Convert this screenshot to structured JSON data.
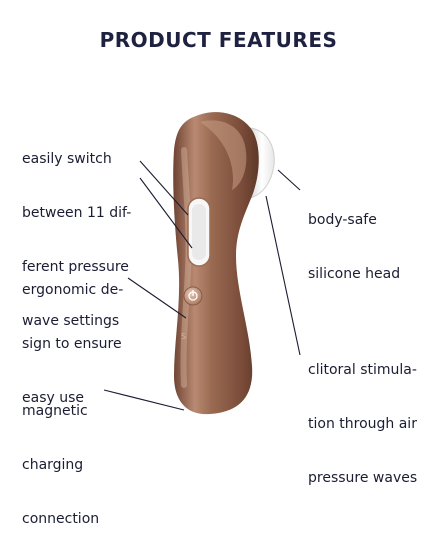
{
  "title": "PRODUCT FEATURES",
  "features": {
    "pressure": [
      "easily switch",
      "between 11 dif-",
      "ferent pressure",
      "wave settings"
    ],
    "ergonomic": [
      "ergonomic de-",
      "sign to ensure",
      "easy use"
    ],
    "magnetic": [
      "magnetic",
      "charging",
      "connection"
    ],
    "head": [
      "body-safe",
      "silicone head"
    ],
    "stimulation": [
      "clitoral stimula-",
      "tion through air",
      "pressure waves"
    ]
  },
  "colors": {
    "body": "#8a5a43",
    "body_highlight": "#c9a08a",
    "head": "#f2f2f2",
    "text": "#1b1d33"
  }
}
